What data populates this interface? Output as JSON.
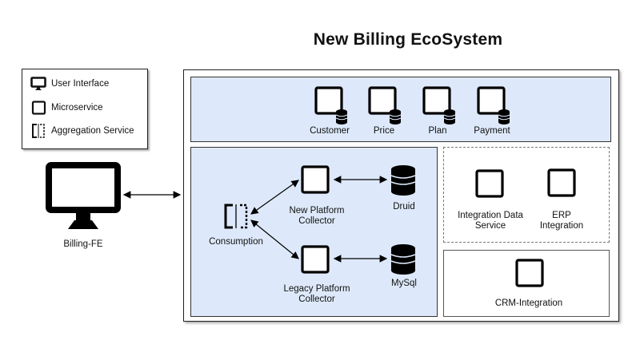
{
  "title": "New Billing EcoSystem",
  "legend": {
    "user_interface": "User Interface",
    "microservice": "Microservice",
    "aggregation_service": "Aggregation Service"
  },
  "frontend": {
    "label": "Billing-FE"
  },
  "top_services": {
    "customer": "Customer",
    "price": "Price",
    "plan": "Plan",
    "payment": "Payment"
  },
  "consumption": {
    "label": "Consumption",
    "new_collector_line1": "New Platform",
    "new_collector_line2": "Collector",
    "legacy_collector_line1": "Legacy Platform",
    "legacy_collector_line2": "Collector",
    "druid": "Druid",
    "mysql": "MySql"
  },
  "integrations": {
    "integration_data_line1": "Integration Data",
    "integration_data_line2": "Service",
    "erp_line1": "ERP",
    "erp_line2": "Integration",
    "crm": "CRM-Integration"
  },
  "colors": {
    "panel_fill": "#dde9fa",
    "stroke": "#111111"
  }
}
